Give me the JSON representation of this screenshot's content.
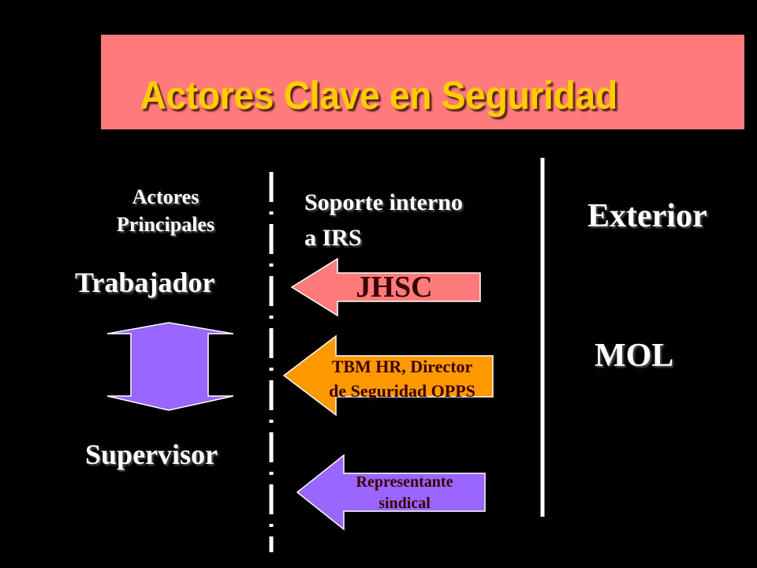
{
  "title": "Actores Clave en Seguridad",
  "columns": {
    "left": "Actores\nPrincipales",
    "middle": "Soporte interno\na IRS",
    "right": "Exterior"
  },
  "actors": {
    "worker": "Trabajador",
    "supervisor": "Supervisor"
  },
  "support": {
    "jhsc": "JHSC",
    "tbm": "TBM HR, Director\nde Seguridad OPPS",
    "union": "Representante\nsindical"
  },
  "external": {
    "mol": "MOL"
  },
  "colors": {
    "background": "#000000",
    "banner": "#ff7b7b",
    "title": "#ffcc00",
    "jhsc_arrow": "#ff7b7b",
    "tbm_arrow": "#ff9900",
    "union_arrow": "#9966ff",
    "double_arrow": "#9966ff"
  }
}
